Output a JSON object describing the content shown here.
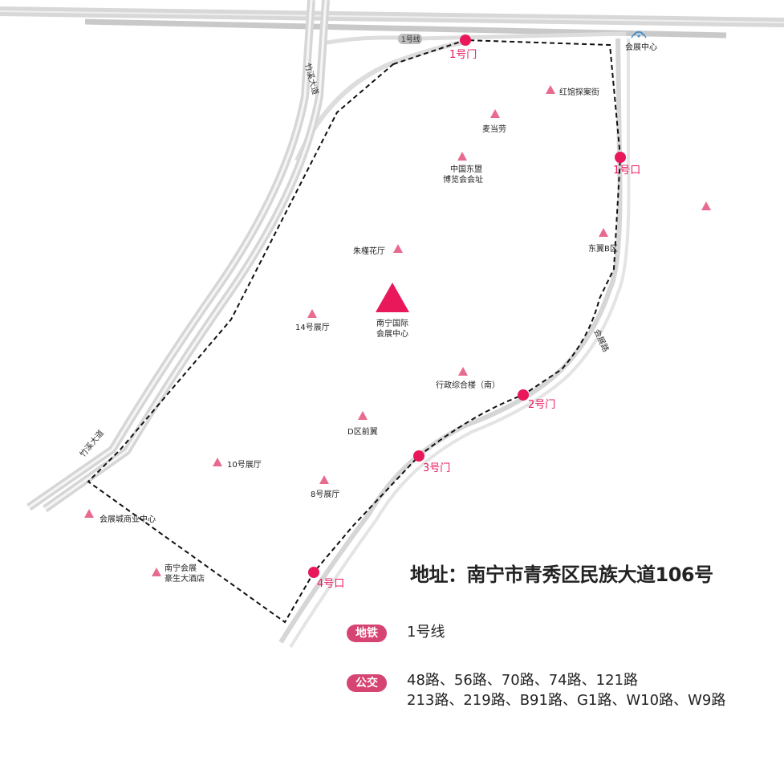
{
  "map": {
    "roads": {
      "metro_line_label": "1号线",
      "zhuxi_top": "竹溪大道",
      "zhuxi_bottom": "竹溪大道",
      "east_road": "会展路"
    },
    "station": "会展中心",
    "gates": [
      {
        "label": "1号门"
      },
      {
        "label": "1号口"
      },
      {
        "label": "2号门"
      },
      {
        "label": "3号门"
      },
      {
        "label": "4号口"
      }
    ],
    "venue": {
      "line1": "南宁国际",
      "line2": "会展中心"
    },
    "pois": [
      {
        "label": "红馆探案街"
      },
      {
        "label": "麦当劳"
      },
      {
        "label": "中国东盟",
        "label2": "博览会会址"
      },
      {
        "label": "朱槿花厅"
      },
      {
        "label": "东翼B区"
      },
      {
        "label": "14号展厅"
      },
      {
        "label": "行政综合楼（南）"
      },
      {
        "label": "D区前翼"
      },
      {
        "label": "10号展厅"
      },
      {
        "label": "8号展厅"
      },
      {
        "label": "会展城商业中心"
      },
      {
        "label": "南宁会展",
        "label2": "豪生大酒店"
      }
    ]
  },
  "info": {
    "address": "地址：南宁市青秀区民族大道106号",
    "metro_badge": "地铁",
    "metro_lines": "1号线",
    "bus_badge": "公交",
    "bus_line1": "48路、56路、70路、74路、121路",
    "bus_line2": "213路、219路、B91路、G1路、W10路、W9路"
  },
  "colors": {
    "accent": "#e8185b",
    "poi": "#e86b8f",
    "badge": "#d64472",
    "road": "#d6d6d6"
  }
}
